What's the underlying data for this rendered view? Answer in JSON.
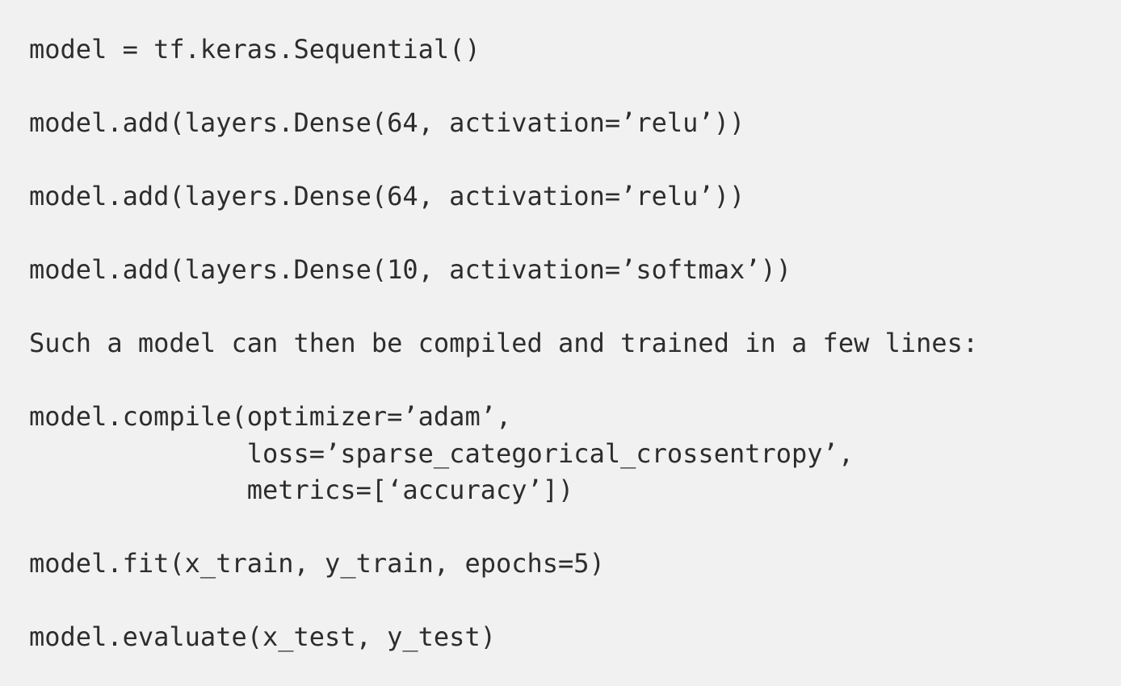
{
  "document": {
    "kind": "code-snippet",
    "language": "python",
    "background_color": "#f1f1f1",
    "text_color": "#2d2d2d",
    "lines": [
      {
        "id": "line-1",
        "type": "code",
        "text": "model = tf.keras.Sequential()"
      },
      {
        "id": "line-2",
        "type": "blank",
        "text": ""
      },
      {
        "id": "line-3",
        "type": "code",
        "text": "model.add(layers.Dense(64, activation=’relu’))"
      },
      {
        "id": "line-4",
        "type": "blank",
        "text": ""
      },
      {
        "id": "line-5",
        "type": "code",
        "text": "model.add(layers.Dense(64, activation=’relu’))"
      },
      {
        "id": "line-6",
        "type": "blank",
        "text": ""
      },
      {
        "id": "line-7",
        "type": "code",
        "text": "model.add(layers.Dense(10, activation=’softmax’))"
      },
      {
        "id": "line-8",
        "type": "blank",
        "text": ""
      },
      {
        "id": "line-9",
        "type": "prose",
        "text": "Such a model can then be compiled and trained in a few lines:"
      },
      {
        "id": "line-10",
        "type": "blank",
        "text": ""
      },
      {
        "id": "line-11",
        "type": "code",
        "text": "model.compile(optimizer=’adam’,"
      },
      {
        "id": "line-12",
        "type": "code",
        "text": "              loss=’sparse_categorical_crossentropy’,"
      },
      {
        "id": "line-13",
        "type": "code",
        "text": "              metrics=[‘accuracy’])"
      },
      {
        "id": "line-14",
        "type": "blank",
        "text": ""
      },
      {
        "id": "line-15",
        "type": "code",
        "text": "model.fit(x_train, y_train, epochs=5)"
      },
      {
        "id": "line-16",
        "type": "blank",
        "text": ""
      },
      {
        "id": "line-17",
        "type": "code",
        "text": "model.evaluate(x_test, y_test)"
      }
    ]
  }
}
